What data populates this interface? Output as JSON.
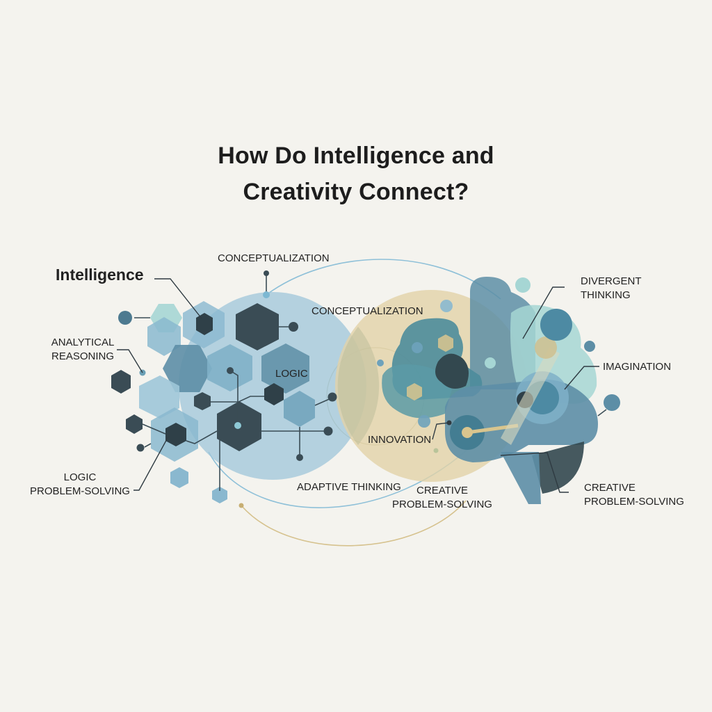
{
  "title": {
    "line1": "How Do Intelligence and",
    "line2": "Creativity Connect?"
  },
  "left_cluster": {
    "heading": "Intelligence",
    "labels": {
      "analytical_reasoning_1": "ANALYTICAL",
      "analytical_reasoning_2": "REASONING",
      "logic_inner": "LOGIC",
      "logic_problem_solving_1": "LOGIC",
      "logic_problem_solving_2": "PROBLEM-SOLVING",
      "conceptualization_top": "CONCEPTUALIZATION"
    }
  },
  "center": {
    "conceptualization": "CONCEPTUALIZATION",
    "adaptive_thinking": "ADAPTIVE THINKING",
    "creative_problem_solving_1": "CREATIVE",
    "creative_problem_solving_2": "PROBLEM-SOLVING"
  },
  "right_cluster": {
    "labels": {
      "divergent_thinking_1": "DIVERGENT",
      "divergent_thinking_2": "THINKING",
      "imagination": "IMAGINATION",
      "innovation": "INNOVATION",
      "creative_problem_solving_1": "CREATIVE",
      "creative_problem_solving_2": "PROBLEM-SOLVING"
    }
  },
  "colors": {
    "background": "#f4f3ee",
    "blue_circle": "#9fc6da",
    "tan_circle": "#e2d2a8",
    "dark_slate": "#3a4c55",
    "mid_blue": "#5d8ea6",
    "light_blue": "#8ab8cf",
    "teal": "#5a9aa6",
    "mint": "#a6d6d4",
    "text": "#222222"
  }
}
